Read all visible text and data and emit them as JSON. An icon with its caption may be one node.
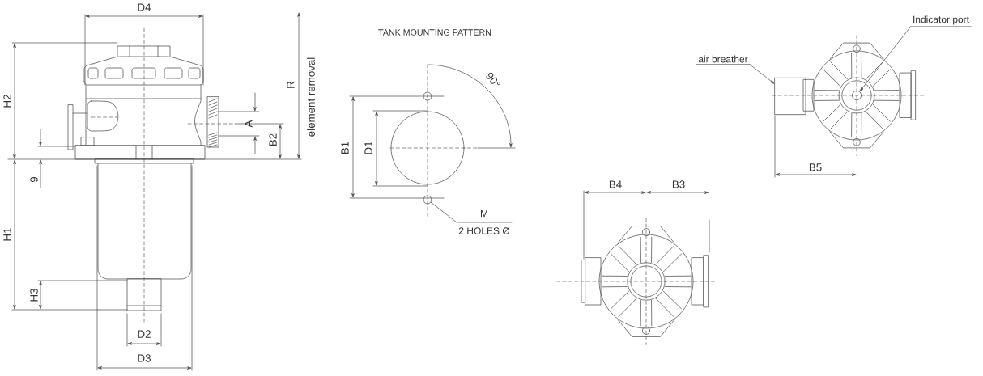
{
  "diagram": {
    "nodes": [
      {
        "text": [
          "Indicator port"
        ]
      },
      {
        "text": [
          "air breather"
        ]
      },
      {
        "text": [
          "M",
          "2 HOLES Ø"
        ]
      },
      {
        "text": [],
        "shape": "circle"
      },
      {
        "text": [],
        "shape": "box"
      },
      {
        "text": [],
        "shape": "circle"
      }
    ],
    "edges": [
      {
        "from": 0,
        "to": 5,
        "arrow": "to"
      },
      {
        "from": 1,
        "to": 4,
        "arrow": "to"
      },
      {
        "from": 2,
        "to": 3,
        "arrow": "none"
      }
    ],
    "labels": [
      "D4",
      "R",
      "element removal",
      "H2",
      "A",
      "B2",
      "9",
      "H1",
      "H3",
      "D2",
      "D3",
      "TANK MOUNTING PATTERN",
      "90°",
      "B1",
      "D1",
      "B4",
      "B3",
      "B5"
    ]
  }
}
